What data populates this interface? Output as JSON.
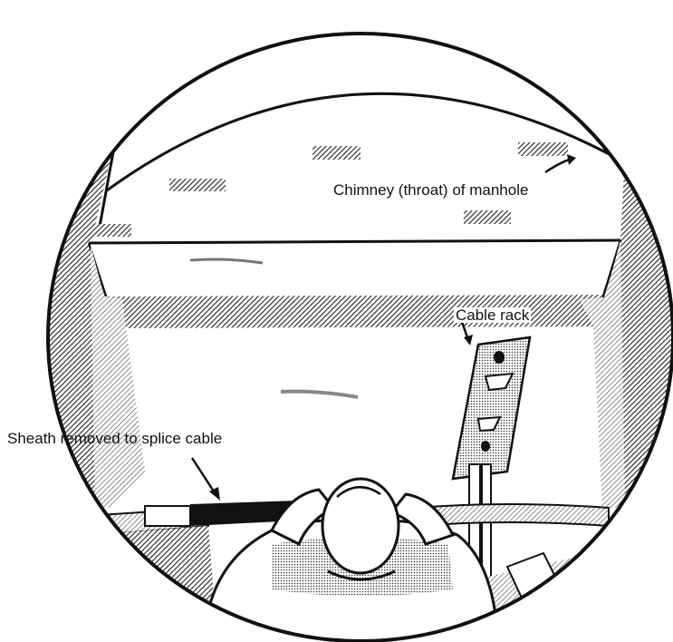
{
  "labels": {
    "chimney": "Chimney (throat) of manhole",
    "cable_rack": "Cable rack",
    "sheath": "Sheath removed to splice cable"
  },
  "colors": {
    "ink": "#111111",
    "paper": "#ffffff",
    "hatch": "#555555"
  }
}
